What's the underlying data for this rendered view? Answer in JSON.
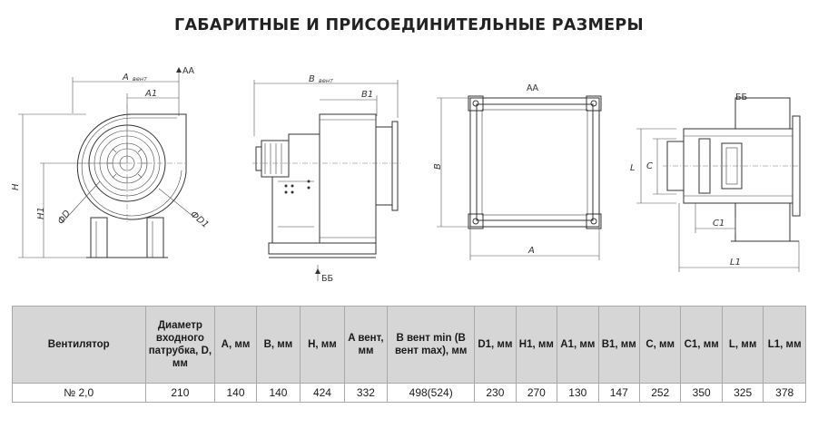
{
  "page": {
    "title": "ГАБАРИТНЫЕ И ПРИСОЕДИНИТЕЛЬНЫЕ РАЗМЕРЫ"
  },
  "drawing": {
    "labels": {
      "a_vent_main": "A",
      "a_vent_sub": "вент",
      "aa_mark": "АА",
      "a1": "A1",
      "h": "H",
      "h1": "H1",
      "phi_d": "ФD",
      "phi_d1": "ФD1",
      "b_vent_main": "B",
      "b_vent_sub": "вент",
      "b1": "B1",
      "bb_mark": "ББ",
      "view_aa": "АА",
      "b": "B",
      "a": "A",
      "view_bb": "ББ",
      "l": "L",
      "c": "C",
      "c1": "C1",
      "l1": "L1"
    }
  },
  "table": {
    "headers": [
      "Вентилятор",
      "Диаметр входного патрубка, D, мм",
      "A, мм",
      "B, мм",
      "H, мм",
      "A вент, мм",
      "B вент min (B вент max), мм",
      "D1, мм",
      "H1, мм",
      "A1, мм",
      "B1, мм",
      "C, мм",
      "C1, мм",
      "L, мм",
      "L1, мм"
    ],
    "rows": [
      [
        "№ 2,0",
        "210",
        "140",
        "140",
        "424",
        "332",
        "498(524)",
        "230",
        "270",
        "130",
        "147",
        "252",
        "350",
        "325",
        "378"
      ]
    ]
  }
}
